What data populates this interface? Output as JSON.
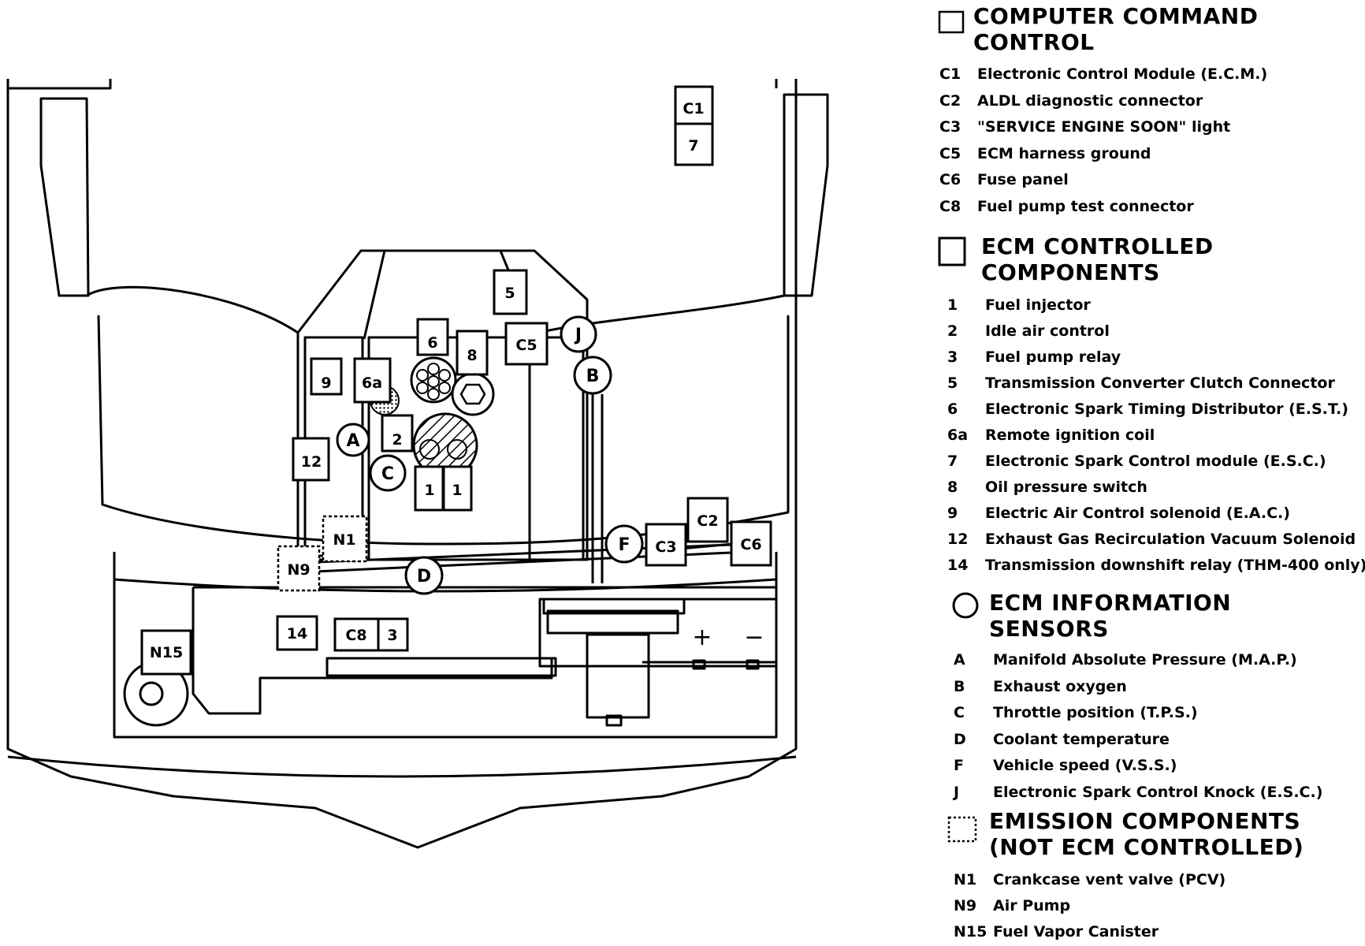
{
  "legend": {
    "computer_command": {
      "title": "COMPUTER COMMAND\nCONTROL",
      "items": [
        {
          "code": "C1",
          "desc": "Electronic Control Module (E.C.M.)"
        },
        {
          "code": "C2",
          "desc": "ALDL diagnostic connector"
        },
        {
          "code": "C3",
          "desc": "\"SERVICE ENGINE SOON\" light"
        },
        {
          "code": "C5",
          "desc": "ECM harness ground"
        },
        {
          "code": "C6",
          "desc": "Fuse panel"
        },
        {
          "code": "C8",
          "desc": "Fuel pump test connector"
        }
      ]
    },
    "ecm_controlled": {
      "title": "ECM CONTROLLED\nCOMPONENTS",
      "items": [
        {
          "code": "1",
          "desc": "Fuel injector"
        },
        {
          "code": "2",
          "desc": "Idle air control"
        },
        {
          "code": "3",
          "desc": "Fuel pump relay"
        },
        {
          "code": "5",
          "desc": "Transmission Converter Clutch Connector"
        },
        {
          "code": "6",
          "desc": "Electronic Spark Timing Distributor (E.S.T.)"
        },
        {
          "code": "6a",
          "desc": "Remote ignition coil"
        },
        {
          "code": "7",
          "desc": "Electronic Spark Control module (E.S.C.)"
        },
        {
          "code": "8",
          "desc": "Oil pressure switch"
        },
        {
          "code": "9",
          "desc": "Electric Air Control solenoid (E.A.C.)"
        },
        {
          "code": "12",
          "desc": "Exhaust Gas Recirculation Vacuum Solenoid"
        },
        {
          "code": "14",
          "desc": "Transmission downshift relay (THM-400 only)"
        }
      ]
    },
    "ecm_sensors": {
      "title": "ECM INFORMATION\nSENSORS",
      "items": [
        {
          "code": "A",
          "desc": "Manifold Absolute Pressure (M.A.P.)"
        },
        {
          "code": "B",
          "desc": "Exhaust oxygen"
        },
        {
          "code": "C",
          "desc": "Throttle position (T.P.S.)"
        },
        {
          "code": "D",
          "desc": "Coolant temperature"
        },
        {
          "code": "F",
          "desc": "Vehicle speed (V.S.S.)"
        },
        {
          "code": "J",
          "desc": "Electronic Spark Control Knock (E.S.C.)"
        }
      ]
    },
    "emission": {
      "title": "EMISSION COMPONENTS\n(NOT ECM CONTROLLED)",
      "items": [
        {
          "code": "N1",
          "desc": "Crankcase vent valve (PCV)"
        },
        {
          "code": "N9",
          "desc": "Air Pump"
        },
        {
          "code": "N15",
          "desc": "Fuel Vapor Canister"
        }
      ]
    }
  },
  "diagram_labels": {
    "c1": "C1",
    "c2": "C2",
    "c3": "C3",
    "c5": "C5",
    "c6": "C6",
    "c8": "C8",
    "n1": "N1",
    "n9": "N9",
    "n15": "N15",
    "c7": "7",
    "c5num": "5",
    "c6num": "6",
    "c8num": "8",
    "c9": "9",
    "c6a": "6a",
    "c2num": "2",
    "c12": "12",
    "c14": "14",
    "c3num": "3",
    "c1a": "1",
    "c1b": "1",
    "sA": "A",
    "sB": "B",
    "sC": "C",
    "sD": "D",
    "sF": "F",
    "sJ": "J",
    "plus": "+",
    "minus": "−"
  }
}
